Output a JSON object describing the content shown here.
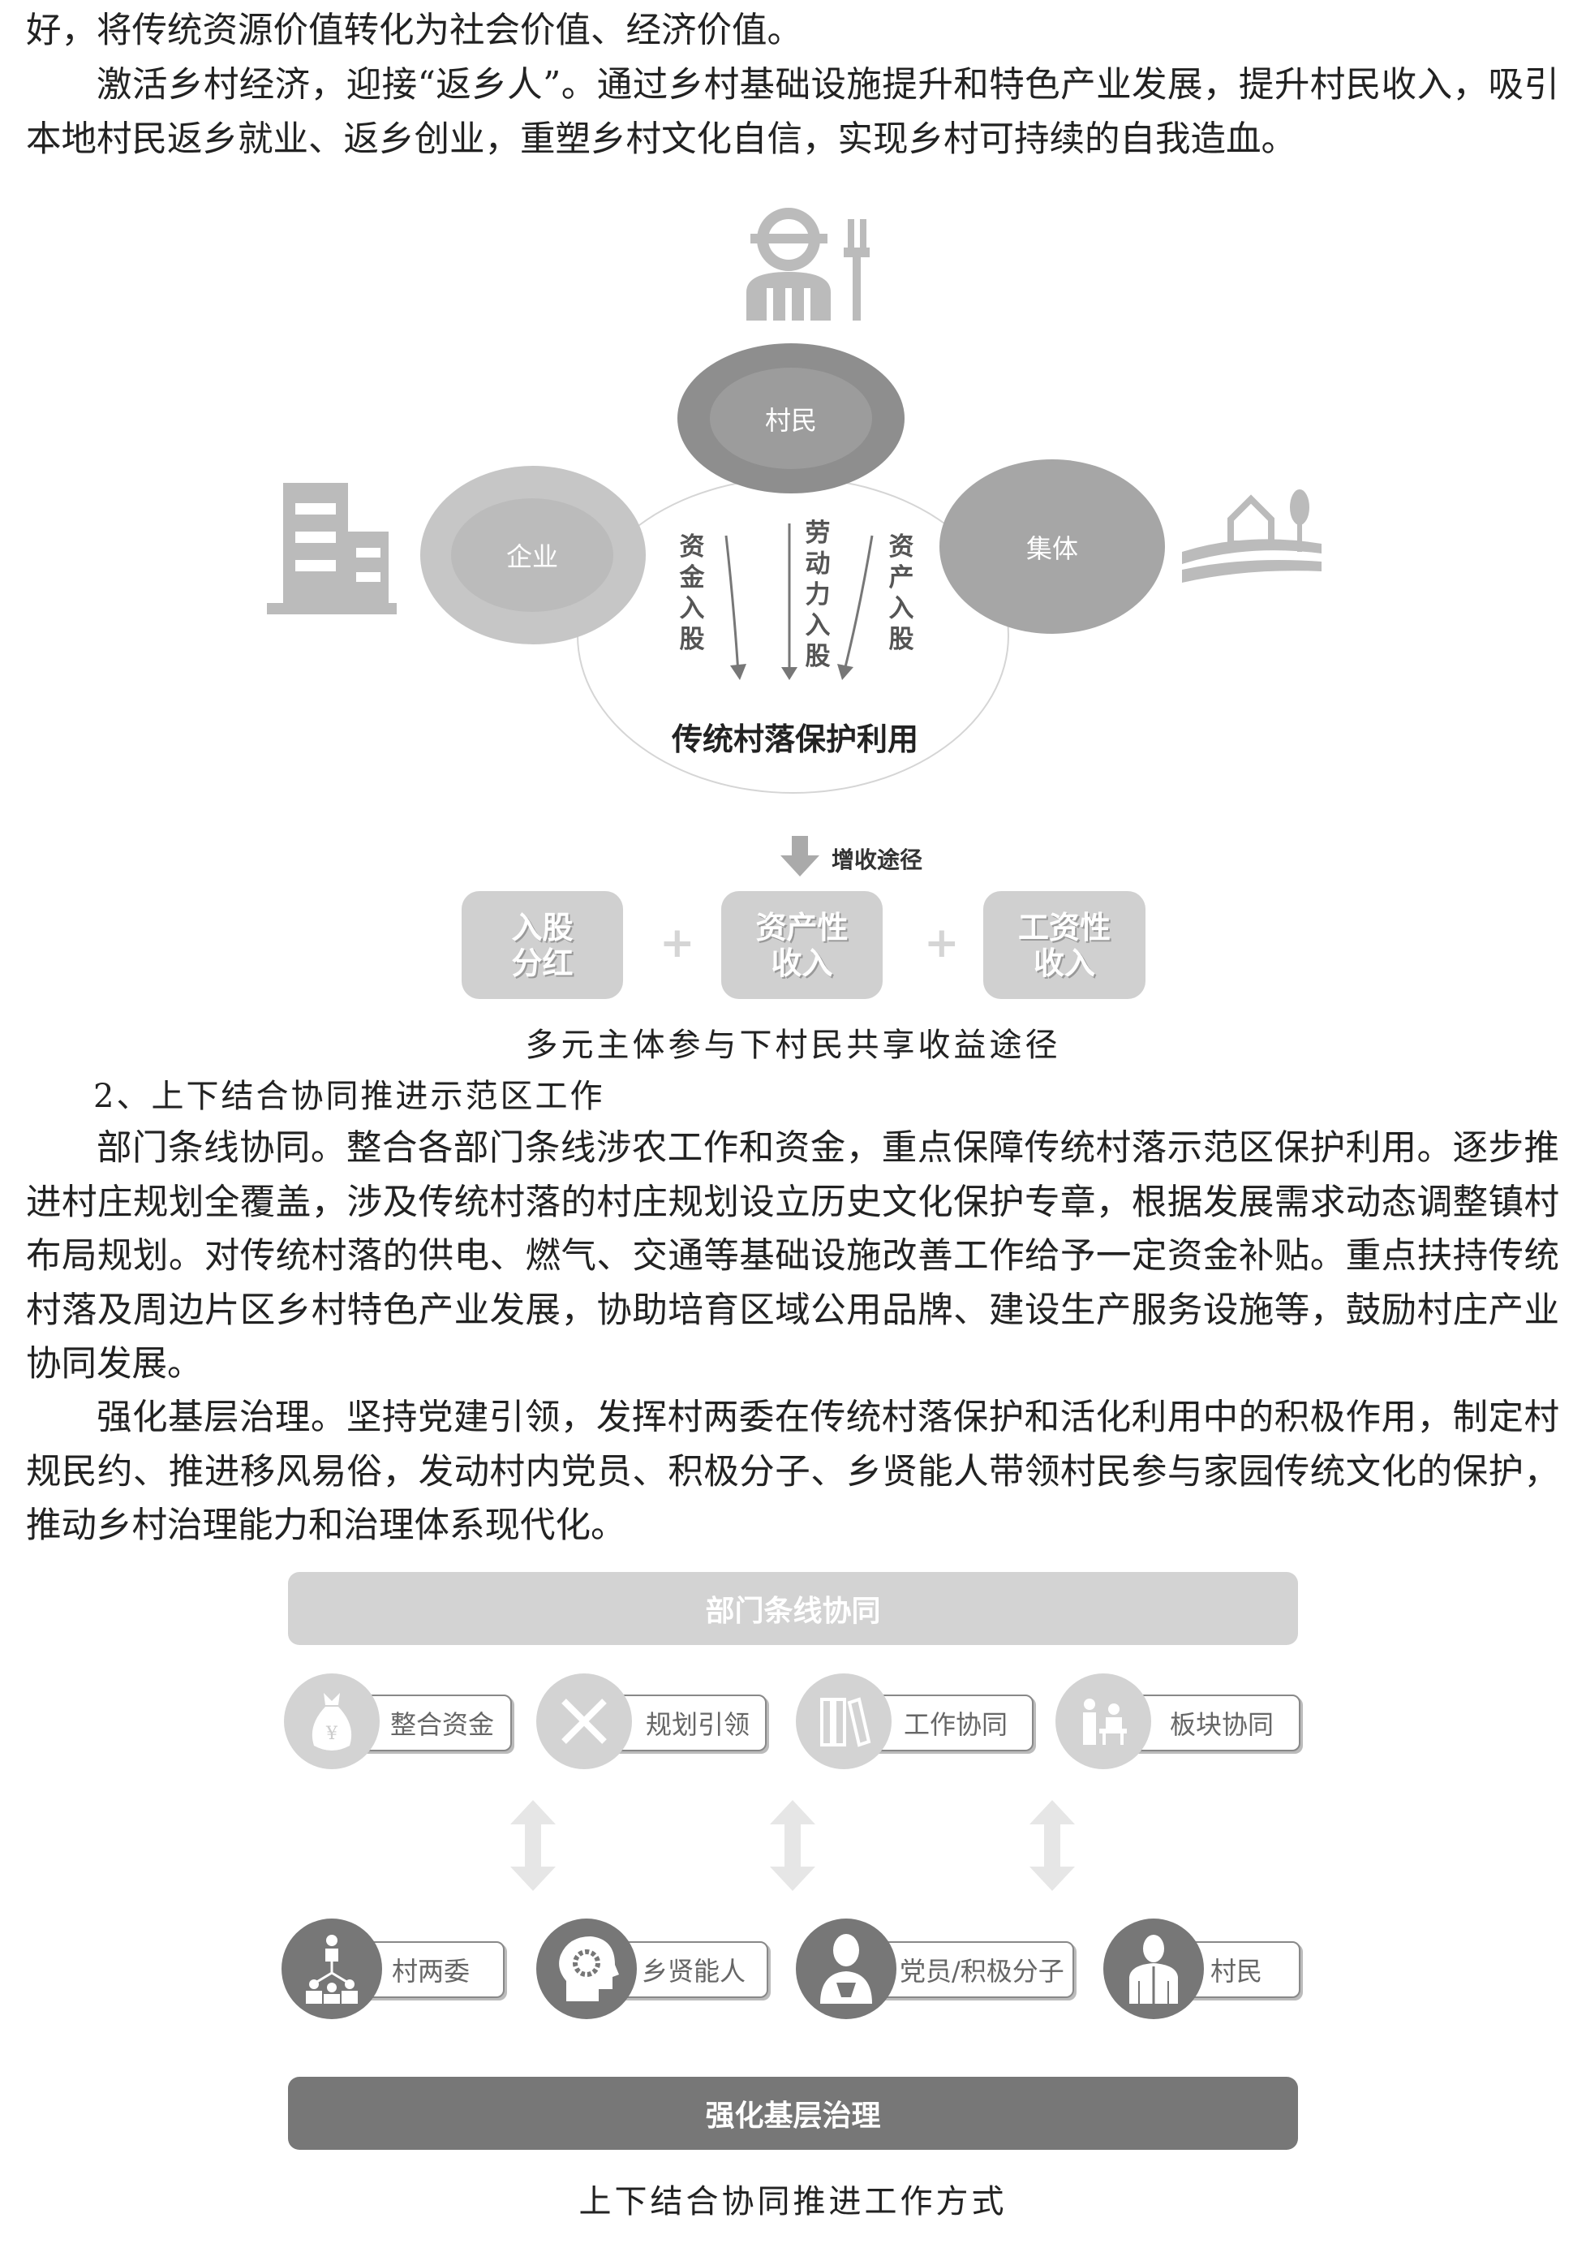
{
  "paragraphs": {
    "p0": "好，将传统资源价值转化为社会价值、经济价值。",
    "p1": "激活乡村经济，迎接“返乡人”。通过乡村基础设施提升和特色产业发展，提升村民收入，吸引本地村民返乡就业、返乡创业，重塑乡村文化自信，实现乡村可持续的自我造血。",
    "heading2": "2、上下结合协同推进示范区工作",
    "p2": "部门条线协同。整合各部门条线涉农工作和资金，重点保障传统村落示范区保护利用。逐步推进村庄规划全覆盖，涉及传统村落的村庄规划设立历史文化保护专章，根据发展需求动态调整镇村布局规划。对传统村落的供电、燃气、交通等基础设施改善工作给予一定资金补贴。重点扶持传统村落及周边片区乡村特色产业发展，协助培育区域公用品牌、建设生产服务设施等，鼓励村庄产业协同发展。",
    "p3": "强化基层治理。坚持党建引领，发挥村两委在传统村落保护和活化利用中的积极作用，制定村规民约、推进移风易俗，发动村内党员、积极分子、乡贤能人带领村民参与家园传统文化的保护，推动乡村治理能力和治理体系现代化。"
  },
  "figure1": {
    "villager": "村民",
    "enterprise": "企业",
    "collective": "集体",
    "flow_left": "资金入股",
    "flow_mid": "劳动力入股",
    "flow_right": "资产入股",
    "center_title": "传统村落保护利用",
    "path_label": "增收途径",
    "income": [
      {
        "l1": "入股",
        "l2": "分红"
      },
      {
        "l1": "资产性",
        "l2": "收入"
      },
      {
        "l1": "工资性",
        "l2": "收入"
      }
    ],
    "plus": "+",
    "caption": "多元主体参与下村民共享收益途径",
    "colors": {
      "dark": "#8a8a8a",
      "mid": "#a8a8a8",
      "light": "#d0d0d0"
    }
  },
  "figure2": {
    "top_bar": "部门条线协同",
    "top_items": [
      {
        "label": "整合资金",
        "icon": "money-bag-icon"
      },
      {
        "label": "规划引领",
        "icon": "pencil-ruler-icon"
      },
      {
        "label": "工作协同",
        "icon": "binders-icon"
      },
      {
        "label": "板块协同",
        "icon": "meeting-icon"
      }
    ],
    "bottom_items": [
      {
        "label": "村两委",
        "icon": "org-chart-icon"
      },
      {
        "label": "乡贤能人",
        "icon": "head-gear-icon"
      },
      {
        "label": "党员/积极分子",
        "icon": "member-icon"
      },
      {
        "label": "村民",
        "icon": "villager-icon"
      }
    ],
    "bottom_bar": "强化基层治理",
    "caption": "上下结合协同推进工作方式",
    "colors": {
      "top": "#d3d3d3",
      "bottom": "#777777",
      "arrow": "#e6e6e6"
    }
  }
}
